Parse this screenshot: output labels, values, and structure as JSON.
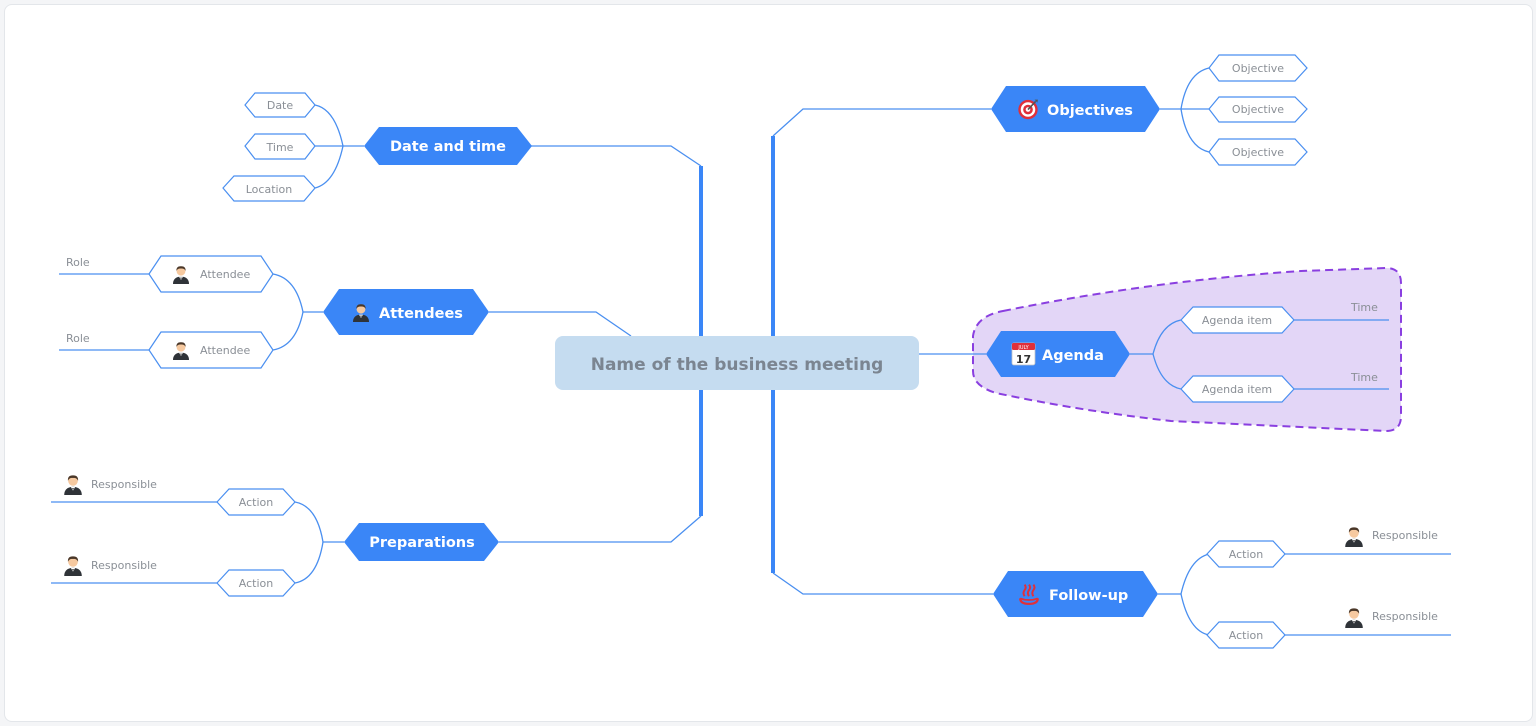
{
  "center": {
    "title": "Name of the business meeting"
  },
  "branches": {
    "date_time": {
      "label": "Date and time",
      "children": [
        "Date",
        "Time",
        "Location"
      ]
    },
    "attendees": {
      "label": "Attendees",
      "icon": "businessman-icon",
      "children": [
        {
          "label": "Attendee",
          "icon": "businessman-icon",
          "note": "Role"
        },
        {
          "label": "Attendee",
          "icon": "businessman-icon",
          "note": "Role"
        }
      ]
    },
    "preparations": {
      "label": "Preparations",
      "children": [
        {
          "label": "Action",
          "note": "Responsible",
          "icon": "businessman-icon"
        },
        {
          "label": "Action",
          "note": "Responsible",
          "icon": "businessman-icon"
        }
      ]
    },
    "objectives": {
      "label": "Objectives",
      "icon": "target-icon",
      "children": [
        "Objective",
        "Objective",
        "Objective"
      ]
    },
    "agenda": {
      "label": "Agenda",
      "icon": "calendar-icon",
      "calendar_text": {
        "month": "JULY",
        "day": "17"
      },
      "children": [
        {
          "label": "Agenda item",
          "note": "Time"
        },
        {
          "label": "Agenda item",
          "note": "Time"
        }
      ]
    },
    "follow_up": {
      "label": "Follow-up",
      "icon": "hot-springs-icon",
      "children": [
        {
          "label": "Action",
          "note": "Responsible",
          "icon": "businessman-icon"
        },
        {
          "label": "Action",
          "note": "Responsible",
          "icon": "businessman-icon"
        }
      ]
    }
  },
  "colors": {
    "topic": "#3a86f7",
    "connector": "#4a8ff0",
    "center_fill": "#c5dcf0",
    "boundary_fill": "#e3d6f7",
    "boundary_stroke": "#8a3fe0"
  }
}
